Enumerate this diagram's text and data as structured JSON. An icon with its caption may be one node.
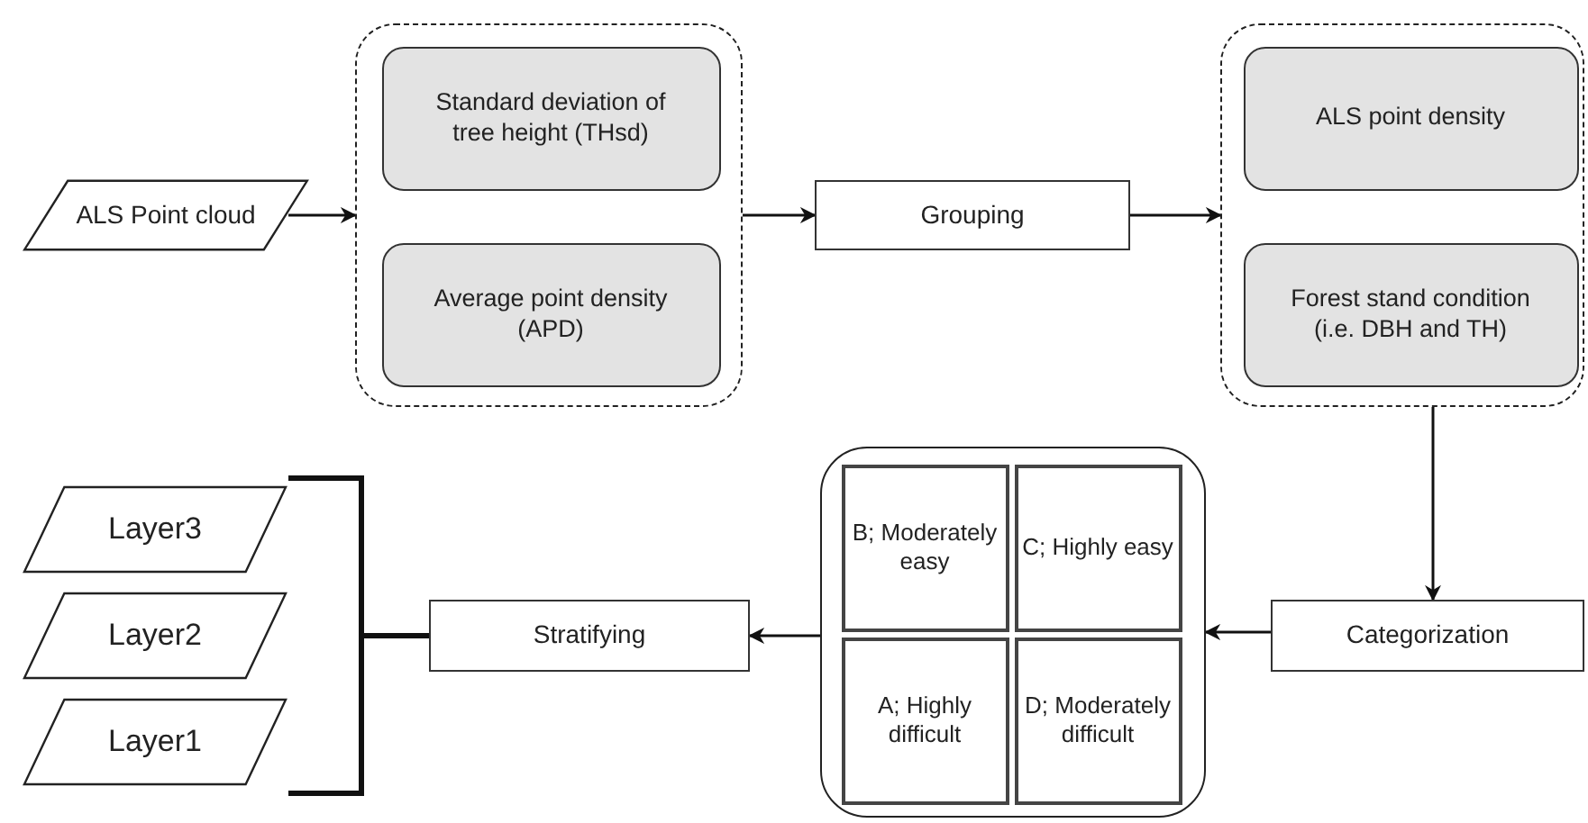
{
  "diagram": {
    "nodes": [
      {
        "text": [
          "ALS Point cloud"
        ]
      },
      {
        "text": [],
        "shape": "box"
      },
      {
        "text": [
          "Standard deviation of tree height (THsd)"
        ],
        "in": 1
      },
      {
        "text": [
          "Average point density (APD)"
        ],
        "in": 1
      },
      {
        "text": [
          "Grouping"
        ]
      },
      {
        "text": [],
        "shape": "box"
      },
      {
        "text": [
          "ALS point density"
        ],
        "in": 5
      },
      {
        "text": [
          "Forest stand condition (i.e. DBH and TH)"
        ],
        "in": 5
      },
      {
        "text": [
          "Categorization"
        ]
      },
      {
        "text": [],
        "shape": "box"
      },
      {
        "text": [
          "B; Moderately easy"
        ],
        "in": 9
      },
      {
        "text": [
          "C; Highly easy"
        ],
        "in": 9
      },
      {
        "text": [
          "A; Highly difficult"
        ],
        "in": 9
      },
      {
        "text": [
          "D; Moderately difficult"
        ],
        "in": 9
      },
      {
        "text": [
          "Stratifying"
        ]
      },
      {
        "text": [
          "Layer3"
        ]
      },
      {
        "text": [
          "Layer2"
        ]
      },
      {
        "text": [
          "Layer1"
        ]
      },
      {
        "text": [],
        "shape": "bracket"
      }
    ],
    "edges": [
      {
        "from": 0,
        "to": 1,
        "arrow": "to"
      },
      {
        "from": 1,
        "to": 4,
        "arrow": "to"
      },
      {
        "from": 4,
        "to": 5,
        "arrow": "to"
      },
      {
        "from": 5,
        "to": 8,
        "arrow": "to"
      },
      {
        "from": 8,
        "to": 9,
        "arrow": "to"
      },
      {
        "from": 9,
        "to": 14,
        "arrow": "to"
      },
      {
        "from": 14,
        "to": 18,
        "arrow": "none",
        "style": "thick"
      }
    ]
  }
}
